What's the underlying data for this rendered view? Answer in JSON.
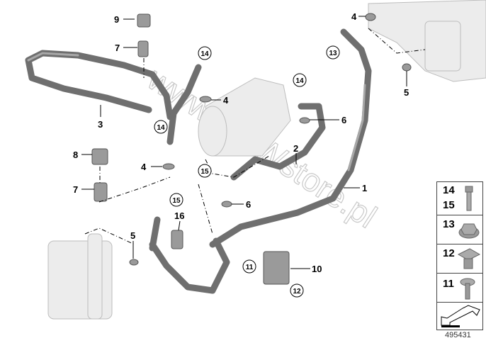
{
  "watermark": "www.BMWstore.pl",
  "callouts": {
    "c1": "1",
    "c2": "2",
    "c3": "3",
    "c4a": "4",
    "c4b": "4",
    "c4c": "4",
    "c5a": "5",
    "c5b": "5",
    "c6a": "6",
    "c6b": "6",
    "c7a": "7",
    "c7b": "7",
    "c8": "8",
    "c9": "9",
    "c10": "10",
    "c11": "11",
    "c12": "12",
    "c13": "13",
    "c14a": "14",
    "c14b": "14",
    "c14c": "14",
    "c15a": "15",
    "c15b": "15",
    "c16": "16"
  },
  "legend": {
    "items": [
      {
        "numbers": [
          "14",
          "15"
        ],
        "icon": "bolt-icon"
      },
      {
        "numbers": [
          "13"
        ],
        "icon": "hex-nut-icon"
      },
      {
        "numbers": [
          "12"
        ],
        "icon": "clip-nut-icon"
      },
      {
        "numbers": [
          "11"
        ],
        "icon": "flange-bolt-icon"
      }
    ],
    "arrow_icon": "navigation-arrow-icon"
  },
  "diagram_id": "495431"
}
